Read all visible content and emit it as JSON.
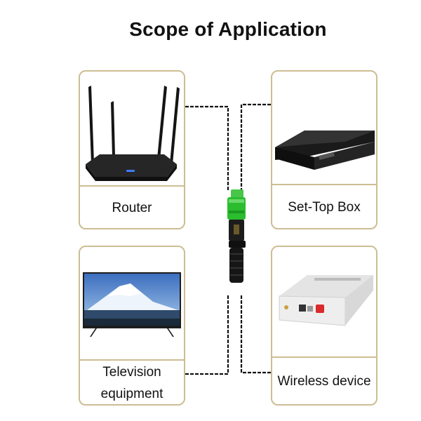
{
  "title": "Scope of Application",
  "items": [
    {
      "label": "Router",
      "icon": "router-icon"
    },
    {
      "label": "Set-Top Box",
      "icon": "set-top-box-icon"
    },
    {
      "label": "Television\nequipment",
      "icon": "television-icon"
    },
    {
      "label": "Wireless device",
      "icon": "wireless-device-icon"
    }
  ],
  "connector": {
    "icon": "fiber-connector-icon",
    "color": "#2bbd2f"
  },
  "colors": {
    "card_border": "#cdbd93",
    "text": "#111111"
  }
}
